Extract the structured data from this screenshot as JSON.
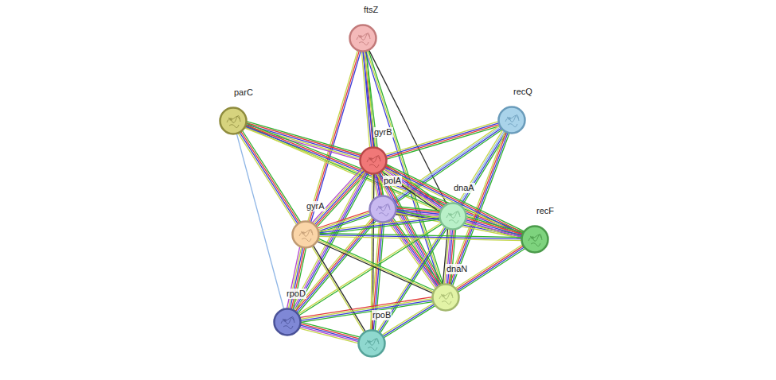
{
  "diagram": {
    "nodes": [
      {
        "text": [
          "ftsZ"
        ]
      },
      {
        "text": [
          "parC"
        ]
      },
      {
        "text": [
          "recQ"
        ]
      },
      {
        "text": [
          "gyrB"
        ]
      },
      {
        "text": [
          "polA"
        ]
      },
      {
        "text": [
          "dnaA"
        ]
      },
      {
        "text": [
          "gyrA"
        ]
      },
      {
        "text": [
          "recF"
        ]
      },
      {
        "text": [
          "dnaN"
        ]
      },
      {
        "text": [
          "rpoD"
        ]
      },
      {
        "text": [
          "rpoB"
        ]
      }
    ],
    "edges": [
      {
        "from": 0,
        "to": 3,
        "arrow": "none"
      },
      {
        "from": 0,
        "to": 4,
        "arrow": "none"
      },
      {
        "from": 0,
        "to": 6,
        "arrow": "none"
      },
      {
        "from": 0,
        "to": 5,
        "arrow": "none"
      },
      {
        "from": 0,
        "to": 8,
        "arrow": "none"
      },
      {
        "from": 1,
        "to": 3,
        "arrow": "none"
      },
      {
        "from": 1,
        "to": 6,
        "arrow": "none"
      },
      {
        "from": 1,
        "to": 5,
        "arrow": "none"
      },
      {
        "from": 1,
        "to": 7,
        "arrow": "none"
      },
      {
        "from": 1,
        "to": 9,
        "arrow": "none"
      },
      {
        "from": 2,
        "to": 3,
        "arrow": "none"
      },
      {
        "from": 2,
        "to": 4,
        "arrow": "none"
      },
      {
        "from": 2,
        "to": 5,
        "arrow": "none"
      },
      {
        "from": 2,
        "to": 8,
        "arrow": "none"
      },
      {
        "from": 3,
        "to": 4,
        "arrow": "none"
      },
      {
        "from": 3,
        "to": 5,
        "arrow": "none"
      },
      {
        "from": 3,
        "to": 6,
        "arrow": "none"
      },
      {
        "from": 3,
        "to": 7,
        "arrow": "none"
      },
      {
        "from": 3,
        "to": 8,
        "arrow": "none"
      },
      {
        "from": 3,
        "to": 9,
        "arrow": "none"
      },
      {
        "from": 3,
        "to": 10,
        "arrow": "none"
      },
      {
        "from": 4,
        "to": 5,
        "arrow": "none"
      },
      {
        "from": 4,
        "to": 6,
        "arrow": "none"
      },
      {
        "from": 4,
        "to": 7,
        "arrow": "none"
      },
      {
        "from": 4,
        "to": 8,
        "arrow": "none"
      },
      {
        "from": 4,
        "to": 9,
        "arrow": "none"
      },
      {
        "from": 4,
        "to": 10,
        "arrow": "none"
      },
      {
        "from": 5,
        "to": 6,
        "arrow": "none"
      },
      {
        "from": 5,
        "to": 7,
        "arrow": "none"
      },
      {
        "from": 5,
        "to": 8,
        "arrow": "none"
      },
      {
        "from": 5,
        "to": 9,
        "arrow": "none"
      },
      {
        "from": 5,
        "to": 10,
        "arrow": "none"
      },
      {
        "from": 6,
        "to": 7,
        "arrow": "none"
      },
      {
        "from": 6,
        "to": 8,
        "arrow": "none"
      },
      {
        "from": 6,
        "to": 9,
        "arrow": "none"
      },
      {
        "from": 6,
        "to": 10,
        "arrow": "none"
      },
      {
        "from": 7,
        "to": 8,
        "arrow": "none"
      },
      {
        "from": 8,
        "to": 9,
        "arrow": "none"
      },
      {
        "from": 8,
        "to": 10,
        "arrow": "none"
      },
      {
        "from": 9,
        "to": 10,
        "arrow": "none"
      }
    ]
  }
}
